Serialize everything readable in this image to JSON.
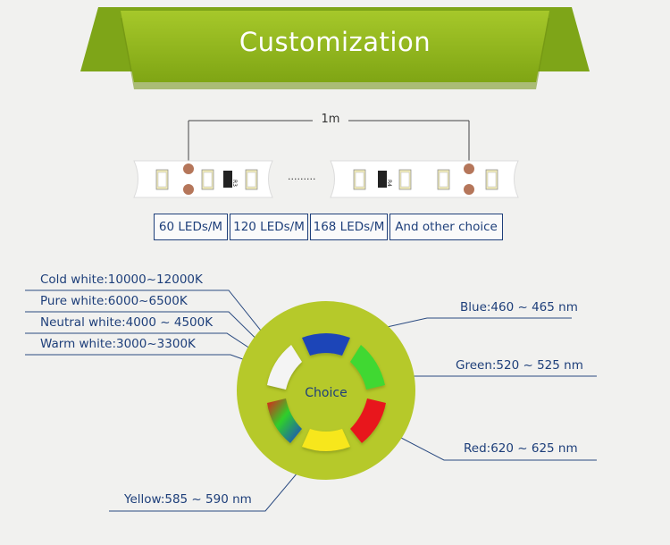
{
  "banner": {
    "title": "Customization"
  },
  "strip": {
    "length_label": "1m",
    "gap": "·········",
    "resistor_left": "R3",
    "resistor_right": "R4"
  },
  "density_options": [
    "60 LEDs/M",
    "120 LEDs/M",
    "168 LEDs/M",
    "And other choice"
  ],
  "wheel": {
    "center_label": "Choice"
  },
  "white_options": [
    "Cold white:10000~12000K",
    "Pure white:6000~6500K",
    "Neutral white:4000 ~ 4500K",
    "Warm white:3000~3300K"
  ],
  "color_options": {
    "blue": "Blue:460 ~ 465 nm",
    "green": "Green:520 ~ 525 nm",
    "red": "Red:620 ~ 625 nm",
    "yellow": "Yellow:585 ~ 590 nm"
  },
  "colors": {
    "banner_green": "#8fb81e",
    "wheel_green": "#b6c92a",
    "label_blue": "#1e3f7a",
    "segment_blue": "#1f45b8",
    "segment_green": "#3fd832",
    "segment_red": "#e8151a",
    "segment_yellow": "#f7e71a"
  }
}
